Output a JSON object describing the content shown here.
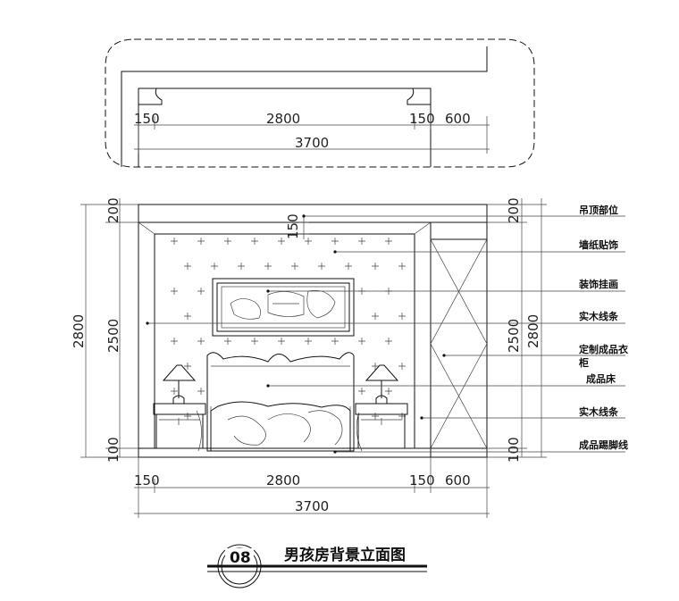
{
  "plan_view": {
    "dims_top": [
      "150",
      "2800",
      "150",
      "600"
    ],
    "dim_total": "3700"
  },
  "elevation": {
    "dims_bottom": [
      "150",
      "2800",
      "150",
      "600"
    ],
    "dim_total": "3700",
    "dims_left_inner": [
      "200",
      "2500",
      "100"
    ],
    "dim_left_outer": "2800",
    "dims_right_inner": [
      "200",
      "2500",
      "100"
    ],
    "dim_right_outer": "2800",
    "ceiling_dim": "150"
  },
  "callouts": [
    {
      "label": "吊顶部位"
    },
    {
      "label": "墙纸贴饰"
    },
    {
      "label": "装饰挂画"
    },
    {
      "label": "实木线条"
    },
    {
      "label": "定制成品衣"
    },
    {
      "label": "柜"
    },
    {
      "label": "成品床"
    },
    {
      "label": "实木线条"
    },
    {
      "label": "成品踢脚线"
    }
  ],
  "title": {
    "number": "08",
    "text": "男孩房背景立面图"
  }
}
